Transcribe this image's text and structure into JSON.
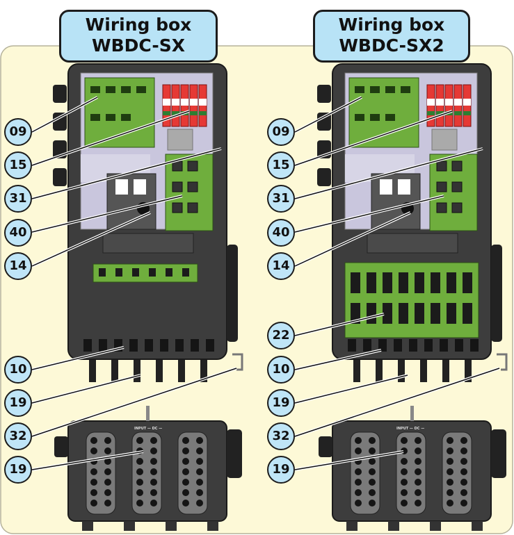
{
  "colors": {
    "background_panel": "#fdf9d7",
    "panel_border": "#b5b29a",
    "title_fill": "#b8e3f6",
    "callout_fill": "#bfe5f7",
    "enclosure": "#3d3d3d",
    "pcb_green": "#6fae3d",
    "surge_red": "#e53935"
  },
  "left": {
    "title_line1": "Wiring box",
    "title_line2": "WBDC-SX",
    "callouts": [
      "09",
      "15",
      "31",
      "40",
      "14",
      "10",
      "19",
      "32",
      "19"
    ],
    "connector_label": "INPUT — DC —"
  },
  "right": {
    "title_line1": "Wiring box",
    "title_line2": "WBDC-SX2",
    "callouts": [
      "09",
      "15",
      "31",
      "40",
      "14",
      "22",
      "10",
      "19",
      "32",
      "19"
    ],
    "connector_label": "INPUT — DC —"
  }
}
